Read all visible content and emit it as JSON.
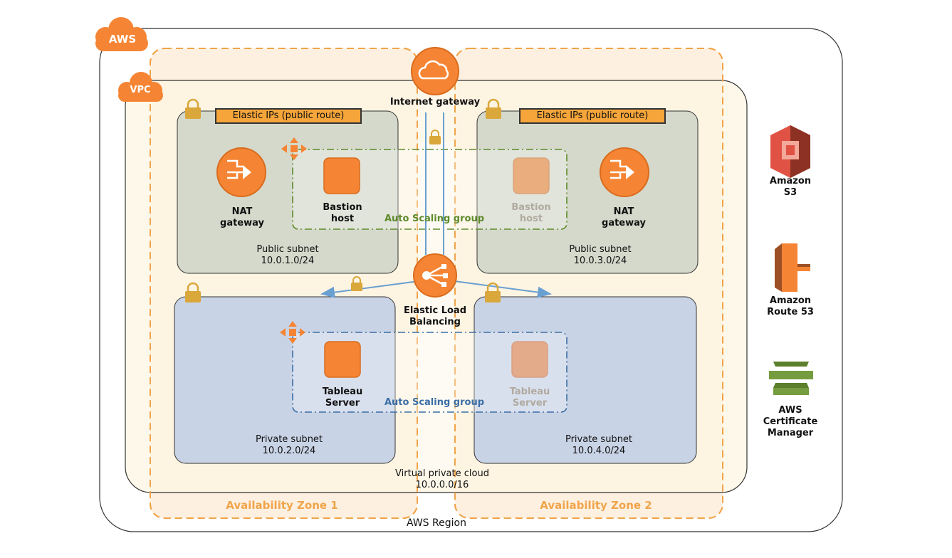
{
  "region": {
    "label": "AWS Region",
    "badge": "AWS"
  },
  "vpc": {
    "badge": "VPC",
    "label_line1": "Virtual private cloud",
    "label_line2": "10.0.0.0/16"
  },
  "internet_gateway": {
    "label": "Internet gateway"
  },
  "elb": {
    "line1": "Elastic Load",
    "line2": "Balancing"
  },
  "availability_zones": [
    {
      "label": "Availability Zone 1"
    },
    {
      "label": "Availability Zone 2"
    }
  ],
  "public_subnets": [
    {
      "eip": "Elastic IPs (public route)",
      "line1": "Public subnet",
      "line2": "10.0.1.0/24",
      "nat_line1": "NAT",
      "nat_line2": "gateway",
      "bastion_line1": "Bastion",
      "bastion_line2": "host"
    },
    {
      "eip": "Elastic IPs (public route)",
      "line1": "Public subnet",
      "line2": "10.0.3.0/24",
      "nat_line1": "NAT",
      "nat_line2": "gateway",
      "bastion_line1": "Bastion",
      "bastion_line2": "host"
    }
  ],
  "private_subnets": [
    {
      "line1": "Private subnet",
      "line2": "10.0.2.0/24",
      "server_line1": "Tableau",
      "server_line2": "Server"
    },
    {
      "line1": "Private subnet",
      "line2": "10.0.4.0/24",
      "server_line1": "Tableau",
      "server_line2": "Server"
    }
  ],
  "auto_scaling": {
    "public_label": "Auto Scaling group",
    "private_label": "Auto Scaling group"
  },
  "services": [
    {
      "line1": "Amazon",
      "line2": "S3",
      "icon": "s3-bucket-icon"
    },
    {
      "line1": "Amazon",
      "line2": "Route 53",
      "icon": "route53-icon"
    },
    {
      "line1": "AWS",
      "line2": "Certificate",
      "line3": "Manager",
      "icon": "certificate-manager-icon"
    }
  ],
  "colors": {
    "aws_orange": "#f58534",
    "az_border": "#f0a44a",
    "public_subnet_fill": "#d5d9cb",
    "private_subnet_fill": "#c9d3e6",
    "vpc_fill": "#fdf6e3",
    "asg_green": "#5d8a2a",
    "asg_blue": "#3a6ea5"
  }
}
